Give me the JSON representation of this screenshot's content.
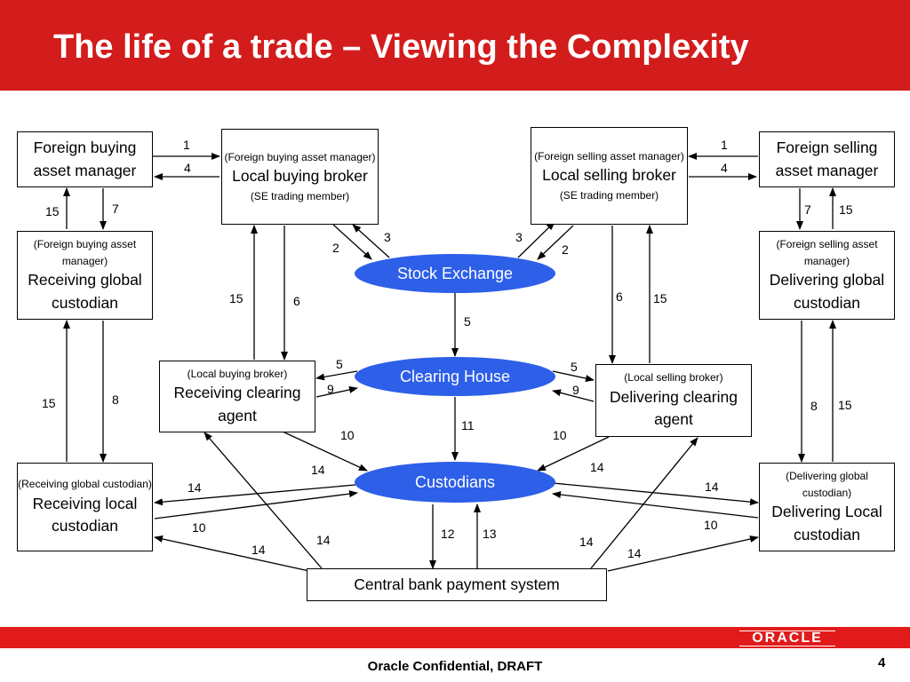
{
  "header": {
    "title": "The life of a trade – Viewing the Complexity"
  },
  "boxes": {
    "foreign_buying_am": {
      "main": "Foreign buying asset manager"
    },
    "foreign_selling_am": {
      "main": "Foreign selling asset manager"
    },
    "local_buying_broker": {
      "sub_top": "(Foreign buying asset manager)",
      "main": "Local buying broker",
      "sub_bottom": "(SE trading member)"
    },
    "local_selling_broker": {
      "sub_top": "(Foreign selling asset manager)",
      "main": "Local selling broker",
      "sub_bottom": "(SE trading member)"
    },
    "receiving_global_custodian": {
      "sub_top": "(Foreign buying asset manager)",
      "main": "Receiving global custodian"
    },
    "delivering_global_custodian": {
      "sub_top": "(Foreign selling asset manager)",
      "main": "Delivering global custodian"
    },
    "receiving_clearing_agent": {
      "sub_top": "(Local buying broker)",
      "main": "Receiving clearing agent"
    },
    "delivering_clearing_agent": {
      "sub_top": "(Local selling broker)",
      "main": "Delivering clearing agent"
    },
    "receiving_local_custodian": {
      "sub_top": "(Receiving global custodian)",
      "main": "Receiving local custodian"
    },
    "delivering_local_custodian": {
      "sub_top": "(Delivering global custodian)",
      "main": "Delivering Local custodian"
    },
    "central_bank": {
      "main": "Central bank payment system"
    }
  },
  "ellipses": {
    "stock_exchange": "Stock Exchange",
    "clearing_house": "Clearing House",
    "custodians": "Custodians"
  },
  "labels": [
    "1",
    "4",
    "15",
    "7",
    "1",
    "4",
    "7",
    "15",
    "3",
    "2",
    "3",
    "2",
    "15",
    "6",
    "6",
    "15",
    "5",
    "5",
    "9",
    "5",
    "9",
    "15",
    "8",
    "8",
    "15",
    "11",
    "10",
    "10",
    "14",
    "14",
    "14",
    "14",
    "10",
    "10",
    "14",
    "14",
    "14",
    "14",
    "12",
    "13"
  ],
  "footer": {
    "text": "Oracle Confidential, DRAFT",
    "page": "4",
    "logo": "ORACLE"
  },
  "colors": {
    "header": "#d31c1c",
    "ellipse": "#2d5fe8",
    "bar": "#e11b1b"
  }
}
